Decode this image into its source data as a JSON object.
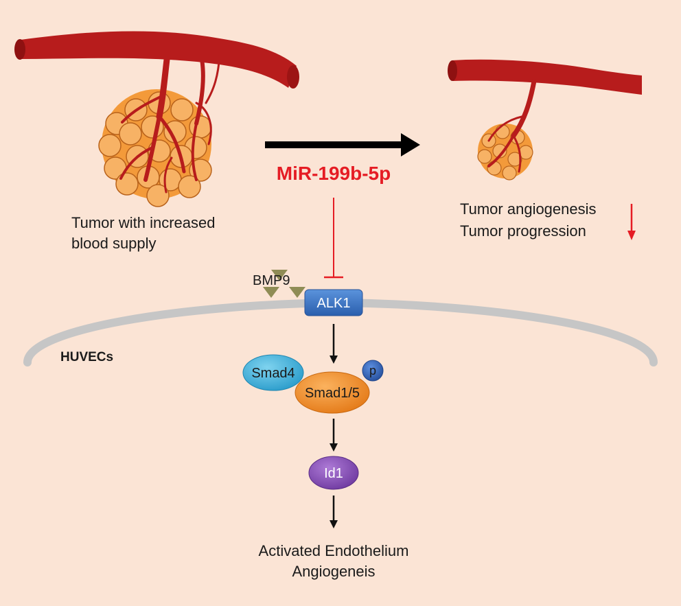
{
  "figure": {
    "left_tumor_label": [
      "Tumor with increased",
      "blood supply"
    ],
    "treatment_label": "MiR-199b-5p",
    "right_tumor_label": [
      "Tumor angiogenesis",
      "Tumor progression"
    ],
    "ligand_label": "BMP9",
    "receptor_label": "ALK1",
    "cell_label": "HUVECs",
    "smad4_label": "Smad4",
    "smad15_label": "Smad1/5",
    "phospho_label": "p",
    "id1_label": "Id1",
    "outcome_label": [
      "Activated Endothelium",
      "Angiogeneis"
    ]
  },
  "colors": {
    "background": "#fbe4d5",
    "vessel": "#b71c1c",
    "tumor_cell": "#f39a3a",
    "inhibitor": "#e51c24",
    "membrane": "#c6c6c6",
    "alk1": "#3c78c8",
    "smad4": "#3aaed8",
    "smad15": "#f08a24",
    "phospho": "#2f64b5",
    "id1": "#8a50b8",
    "bmp9": "#8f8c55"
  }
}
